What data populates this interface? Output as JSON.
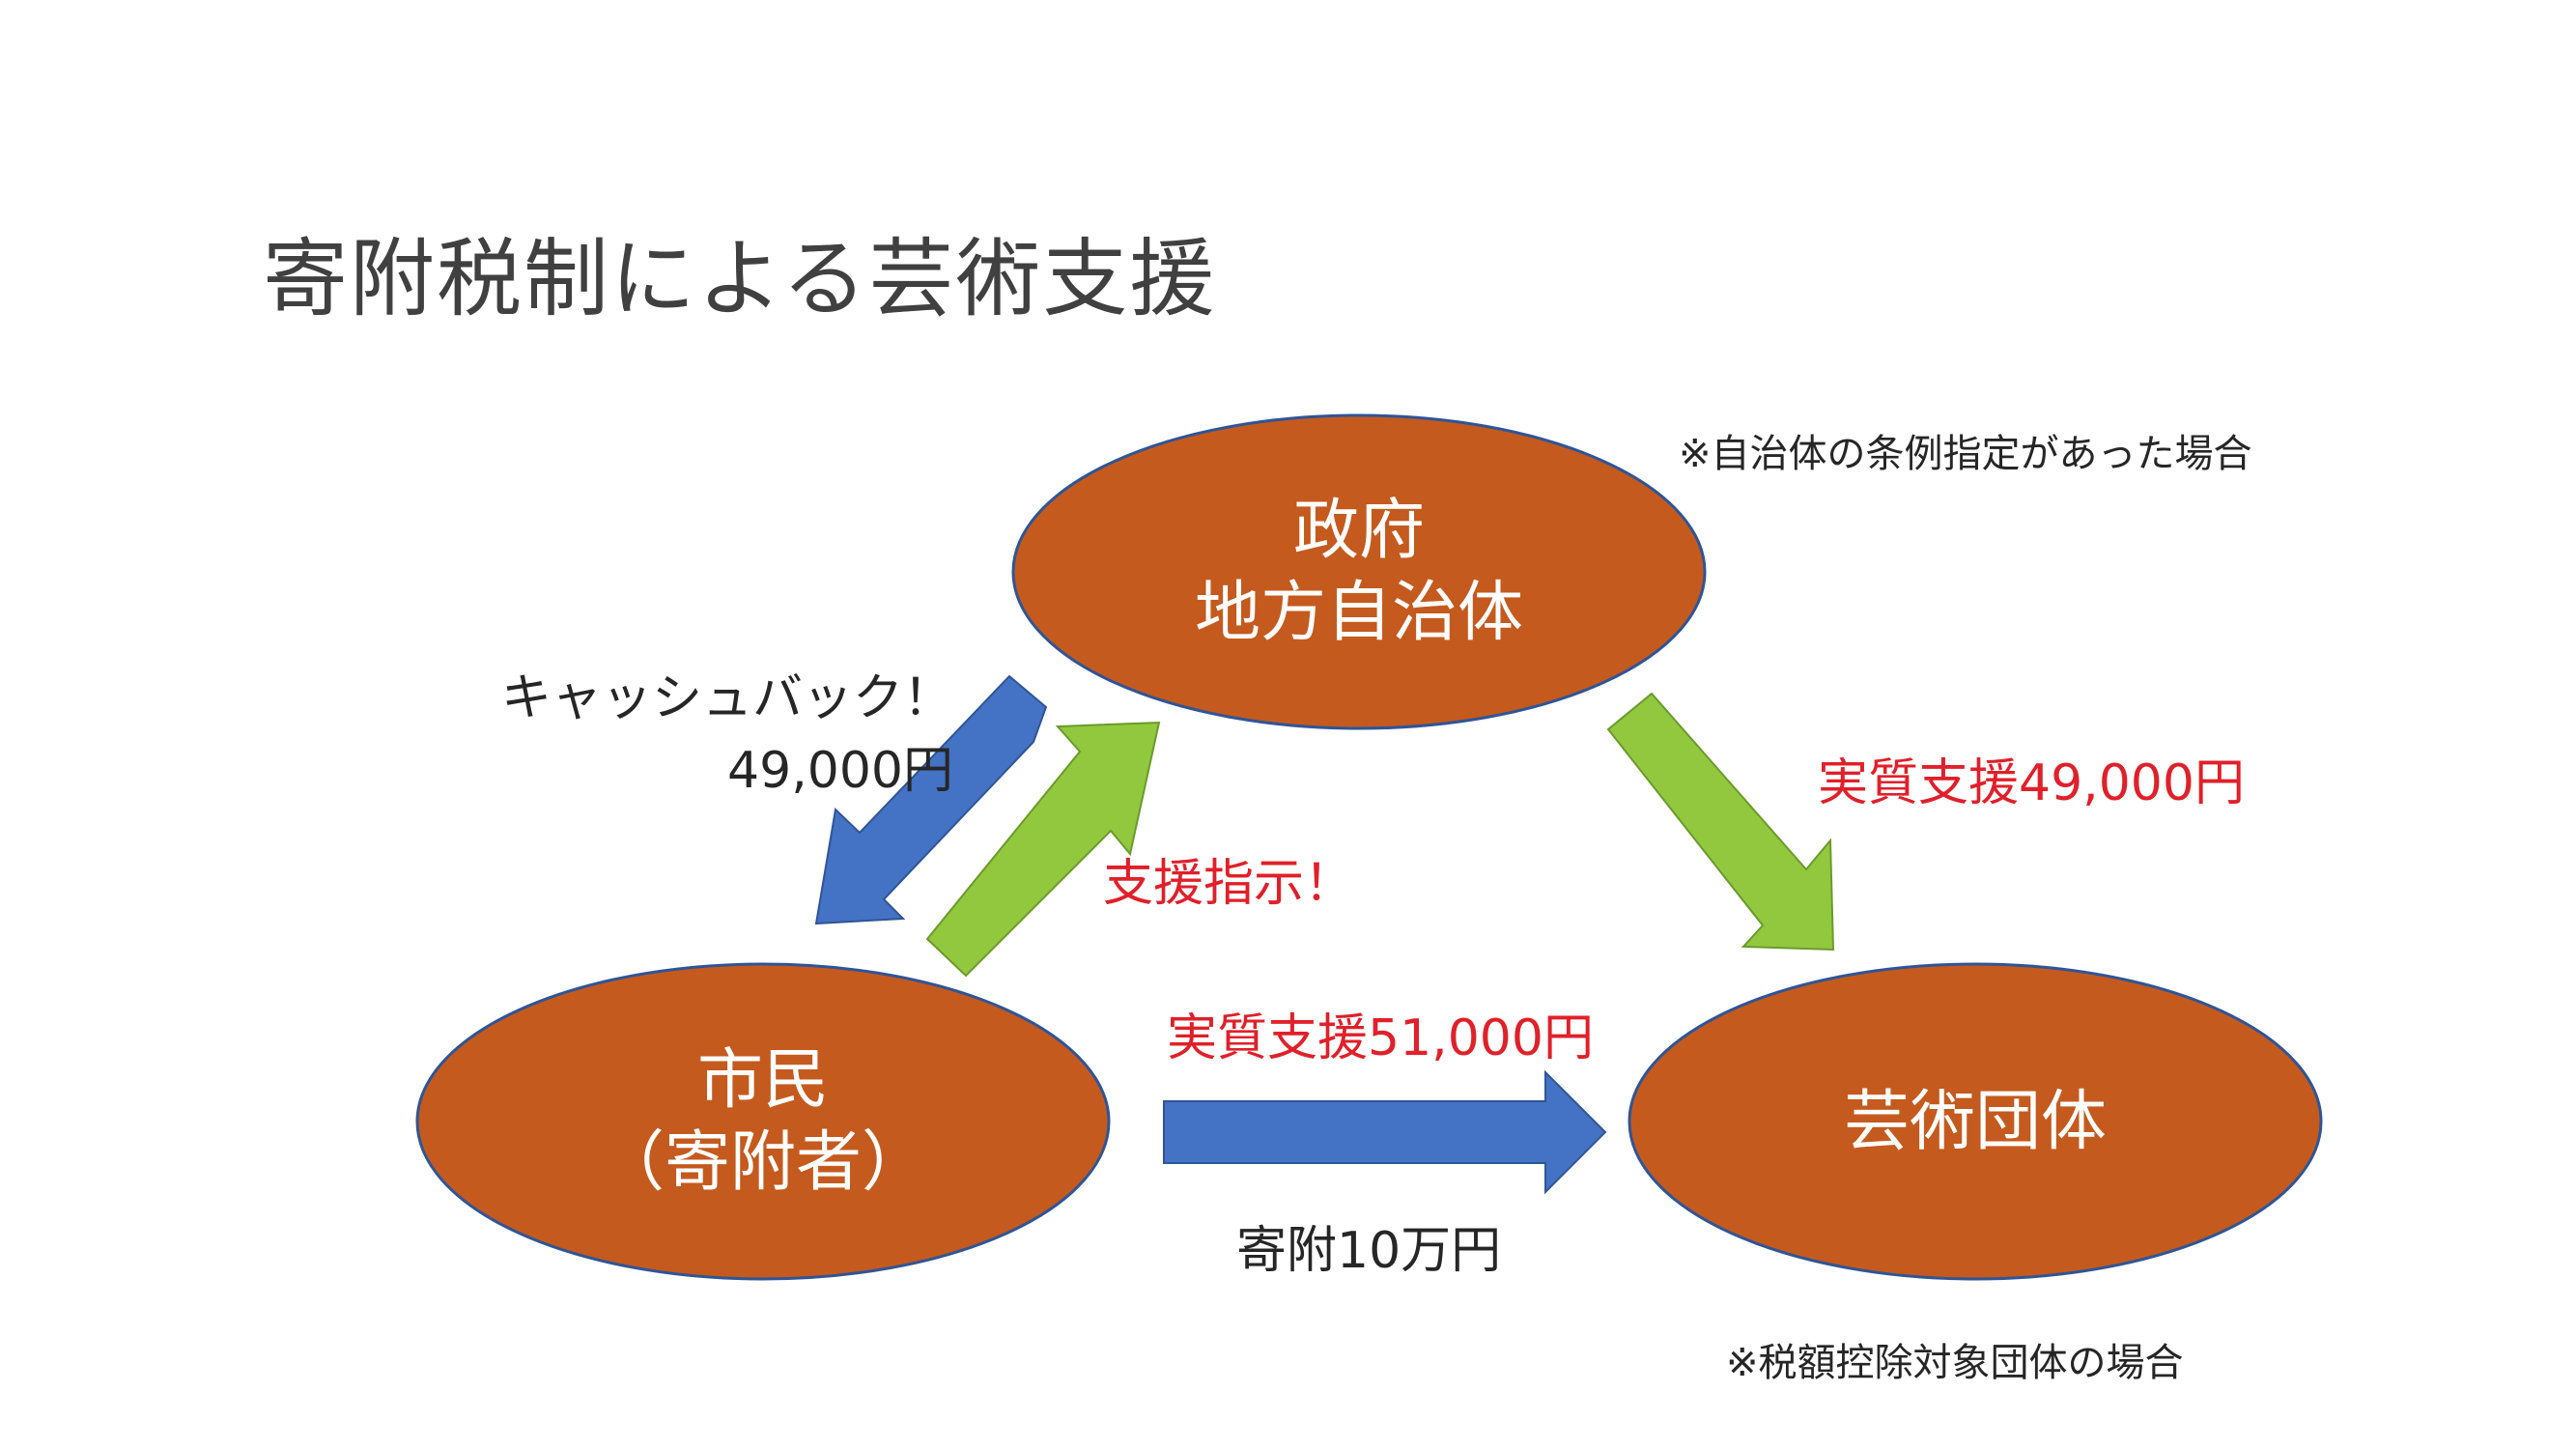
{
  "title": "寄附税制による芸術支援",
  "nodes": {
    "government": {
      "line1": "政府",
      "line2": "地方自治体"
    },
    "citizen": {
      "line1": "市民",
      "line2": "（寄附者）"
    },
    "arts": {
      "line1": "芸術団体"
    }
  },
  "labels": {
    "cashback_line1": "キャッシュバック！",
    "cashback_line2": "49,000円",
    "support_instruction": "支援指示！",
    "gov_support": "実質支援49,000円",
    "citizen_support": "実質支援51,000円",
    "donation": "寄附10万円"
  },
  "notes": {
    "municipality": "※自治体の条例指定があった場合",
    "tax_deduction": "※税額控除対象団体の場合"
  },
  "colors": {
    "ellipse_fill": "#c55a1e",
    "ellipse_stroke": "#2f5597",
    "arrow_blue": "#4472c4",
    "arrow_green": "#92c83e",
    "accent_red": "#e0202a"
  }
}
